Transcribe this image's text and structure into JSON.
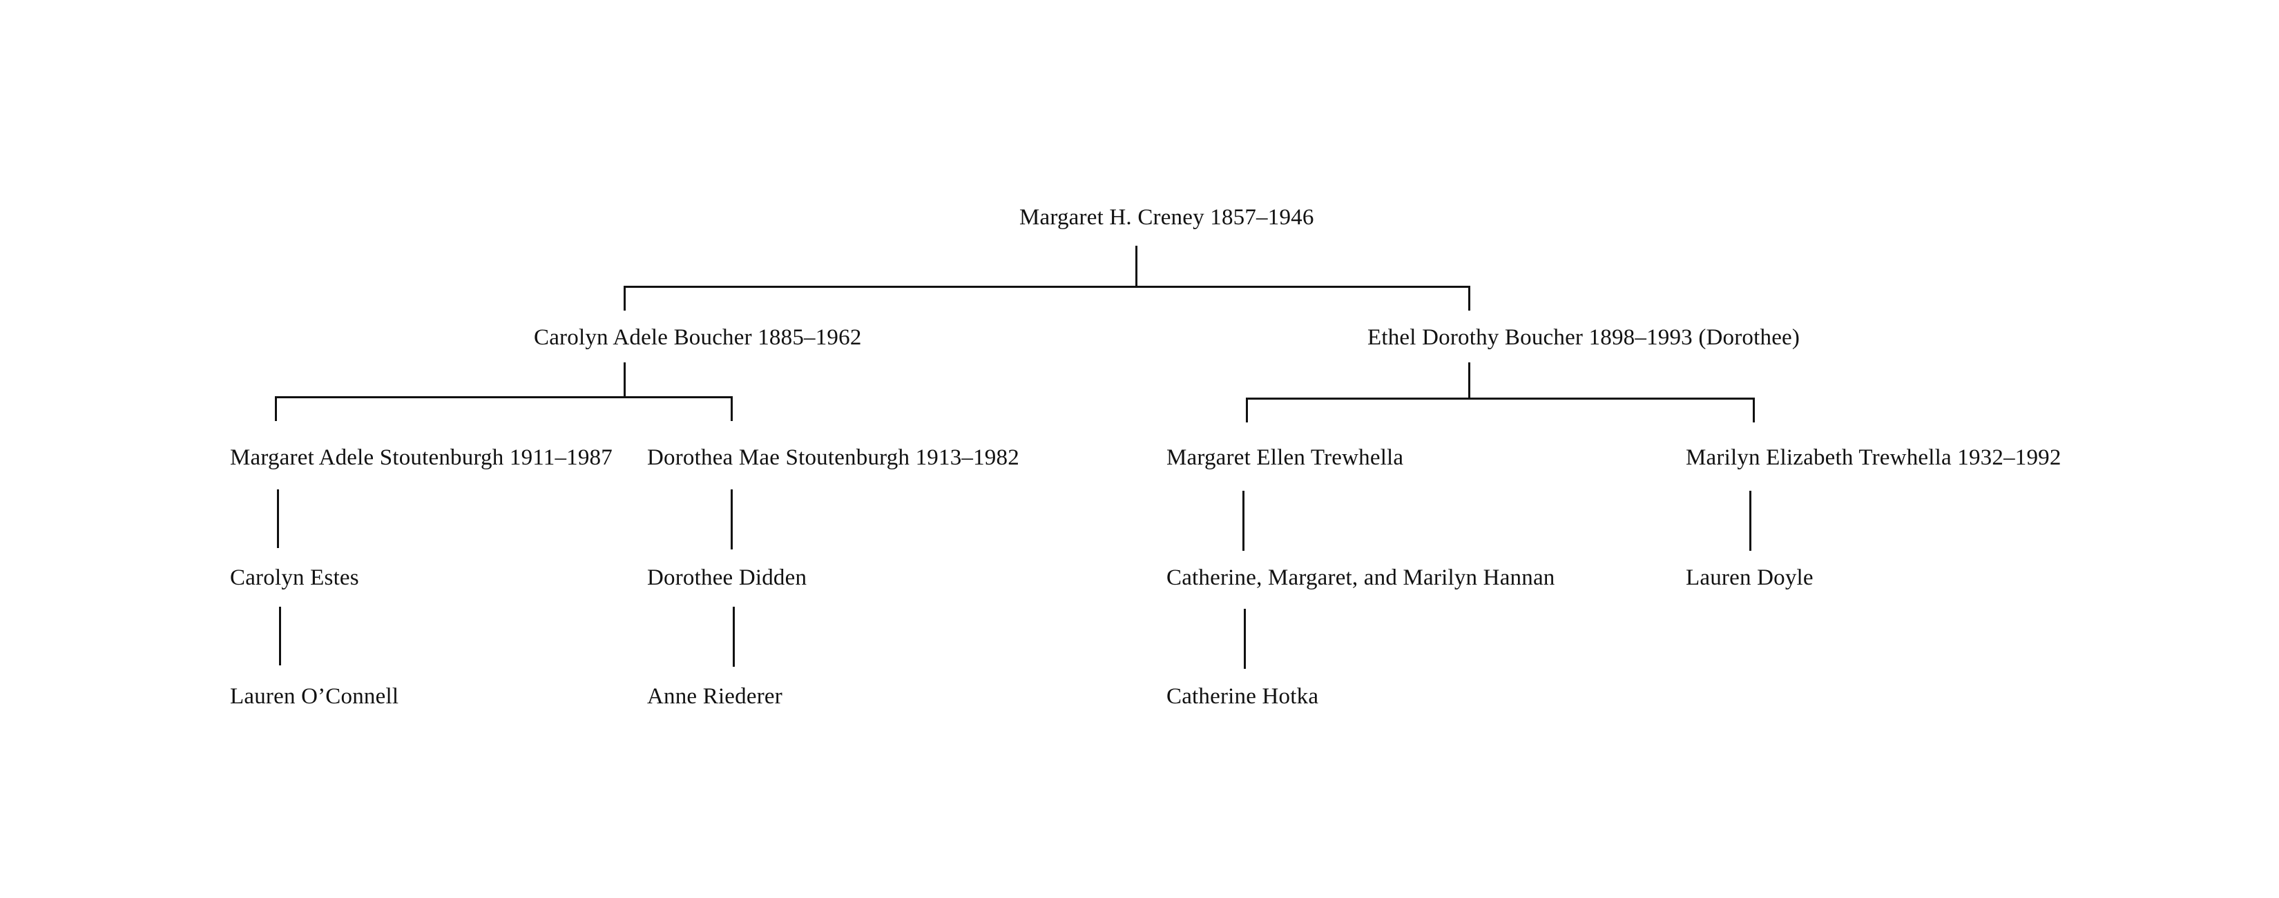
{
  "family_tree": {
    "root": {
      "label": "Margaret H. Creney 1857–1946"
    },
    "generation_2": [
      {
        "label": "Carolyn Adele Boucher 1885–1962"
      },
      {
        "label": "Ethel Dorothy Boucher 1898–1993 (Dorothee)"
      }
    ],
    "generation_3": [
      {
        "label": "Margaret Adele Stoutenburgh 1911–1987"
      },
      {
        "label": "Dorothea Mae Stoutenburgh 1913–1982"
      },
      {
        "label": "Margaret Ellen Trewhella"
      },
      {
        "label": "Marilyn Elizabeth Trewhella 1932–1992"
      }
    ],
    "generation_4": [
      {
        "label": "Carolyn Estes"
      },
      {
        "label": "Dorothee Didden"
      },
      {
        "label": "Catherine, Margaret, and Marilyn Hannan"
      },
      {
        "label": "Lauren Doyle"
      }
    ],
    "generation_5": [
      {
        "label": "Lauren O’Connell"
      },
      {
        "label": "Anne Riederer"
      },
      {
        "label": "Catherine Hotka"
      }
    ]
  }
}
